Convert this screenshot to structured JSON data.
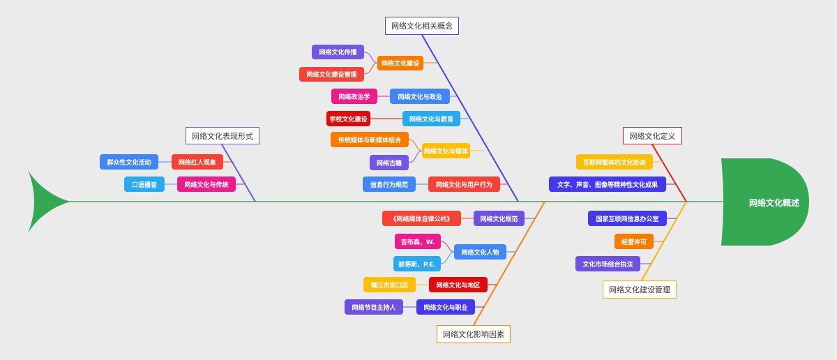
{
  "title": "网络文化概述",
  "colors": {
    "spine": "#3aaa4e",
    "head": "#34a853",
    "tail": "#34a853",
    "purple": "#7357e0",
    "orange": "#f57c00",
    "red": "#f44336",
    "blue": "#4285f4",
    "magenta": "#e91e8c",
    "cyan": "#29a9f0",
    "darkred": "#e00b0b",
    "amber": "#fbbf0b",
    "indigo": "#4338ec",
    "violet": "#6f51e0"
  },
  "categories": {
    "concepts": {
      "label": "网络文化相关概念",
      "color": "#4a44e8"
    },
    "forms": {
      "label": "网络文化表现形式",
      "color": "#6a5ae0"
    },
    "definition": {
      "label": "网络文化定义",
      "color": "#e0201f"
    },
    "management": {
      "label": "网络文化建设管理",
      "color": "#f5b800"
    },
    "factors": {
      "label": "网络文化影响因素",
      "color": "#f7850f"
    }
  },
  "nodes": {
    "c1": "网络文化建设",
    "c1a": "网络文化传播",
    "c1b": "网络文化建设管理",
    "c2": "网络文化与政治",
    "c2a": "网络政治学",
    "c3": "网络文化与教育",
    "c3a": "学校文化建设",
    "c4": "网络文化与媒体",
    "c4a": "传统媒体与新媒体结合",
    "c4b": "网络古籍",
    "c5": "网络文化与用户行为",
    "c5a": "信息行为规范",
    "f1": "网络红人现象",
    "f1a": "群众性文化活动",
    "f2": "网络文化与传统",
    "f2a": "口语播音",
    "d1": "互联网载体的文化形态",
    "d2": "文字、声音、图像等精神性文化成果",
    "m1": "国家互联网信息办公室",
    "m2": "经营许可",
    "m3": "文化市场综合执法",
    "i1": "网络文化规范",
    "i1a": "《网络媒体自律公约》",
    "i2": "网络文化人物",
    "i2a": "吉布森，W.",
    "i2b": "彼得斯，P.E.",
    "i3": "网络文化与地区",
    "i3a": "镇江市京口区",
    "i4": "网络文化与职业",
    "i4a": "网络节目主持人"
  }
}
